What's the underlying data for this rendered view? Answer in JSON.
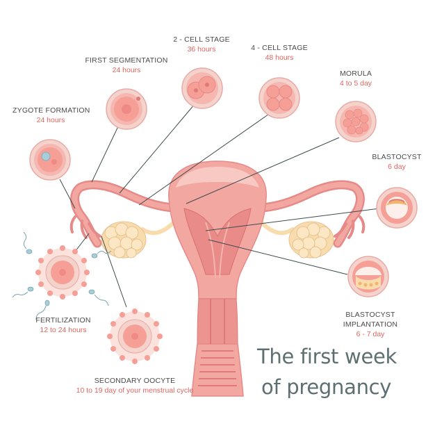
{
  "colors": {
    "uterus": "#f3a7a1",
    "uterus_dark": "#e07a78",
    "uterus_light": "#f8c9c3",
    "cell_fill": "#f7b7b1",
    "cell_rim": "#f5d3cd",
    "ovary": "#f8dcae",
    "line": "#3c4a4c",
    "label_sub": "#e0655f",
    "title": "#5d6f72"
  },
  "stages": [
    {
      "title": "ZYGOTE FORMATION",
      "sub": "24 hours",
      "icon": "zygote-icon"
    },
    {
      "title": "FIRST SEGMENTATION",
      "sub": "24 hours",
      "icon": "single-cell-icon"
    },
    {
      "title": "2 - CELL STAGE",
      "sub": "36 hours",
      "icon": "two-cell-icon"
    },
    {
      "title": "4 - CELL STAGE",
      "sub": "48 hours",
      "icon": "four-cell-icon"
    },
    {
      "title": "MORULA",
      "sub": "4 to 5 day",
      "icon": "morula-icon"
    },
    {
      "title": "BLASTOCYST",
      "sub": "6 day",
      "icon": "blastocyst-icon"
    },
    {
      "title": "BLASTOCYST IMPLANTATION",
      "title_line1": "BLASTOCYST",
      "title_line2": "IMPLANTATION",
      "sub": "6 - 7 day",
      "icon": "implantation-icon"
    },
    {
      "title": "FERTILIZATION",
      "sub": "12 to 24 hours",
      "icon": "fertilization-icon"
    },
    {
      "title": "SECONDARY OOCYTE",
      "sub": "10 to 19 day of your menstrual cycle",
      "icon": "oocyte-icon"
    }
  ],
  "heading": {
    "line1": "The first week",
    "line2": "of pregnancy"
  }
}
